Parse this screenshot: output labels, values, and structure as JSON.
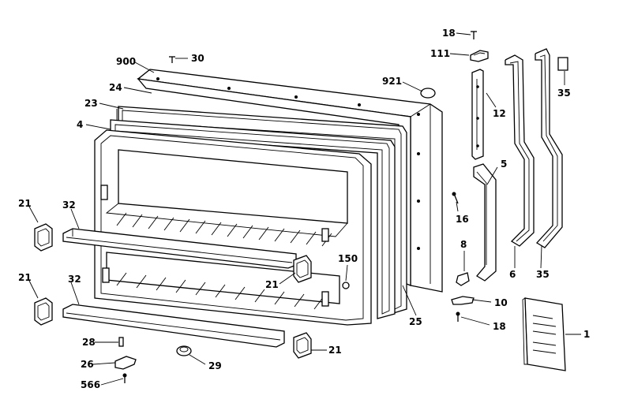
{
  "diagram": {
    "background": "#ffffff",
    "ink": "#000000",
    "callouts": {
      "c18a": "18",
      "c111": "111",
      "c900": "900",
      "c30": "30",
      "c921": "921",
      "c35a": "35",
      "c24": "24",
      "c12": "12",
      "c23": "23",
      "c4": "4",
      "c5": "5",
      "c21a": "21",
      "c32a": "32",
      "c16": "16",
      "c8": "8",
      "c150": "150",
      "c6": "6",
      "c35b": "35",
      "c21b": "21",
      "c21c": "21",
      "c32b": "32",
      "c10": "10",
      "c25": "25",
      "c18b": "18",
      "c1": "1",
      "c28": "28",
      "c21d": "21",
      "c26": "26",
      "c29": "29",
      "c566": "566"
    }
  }
}
